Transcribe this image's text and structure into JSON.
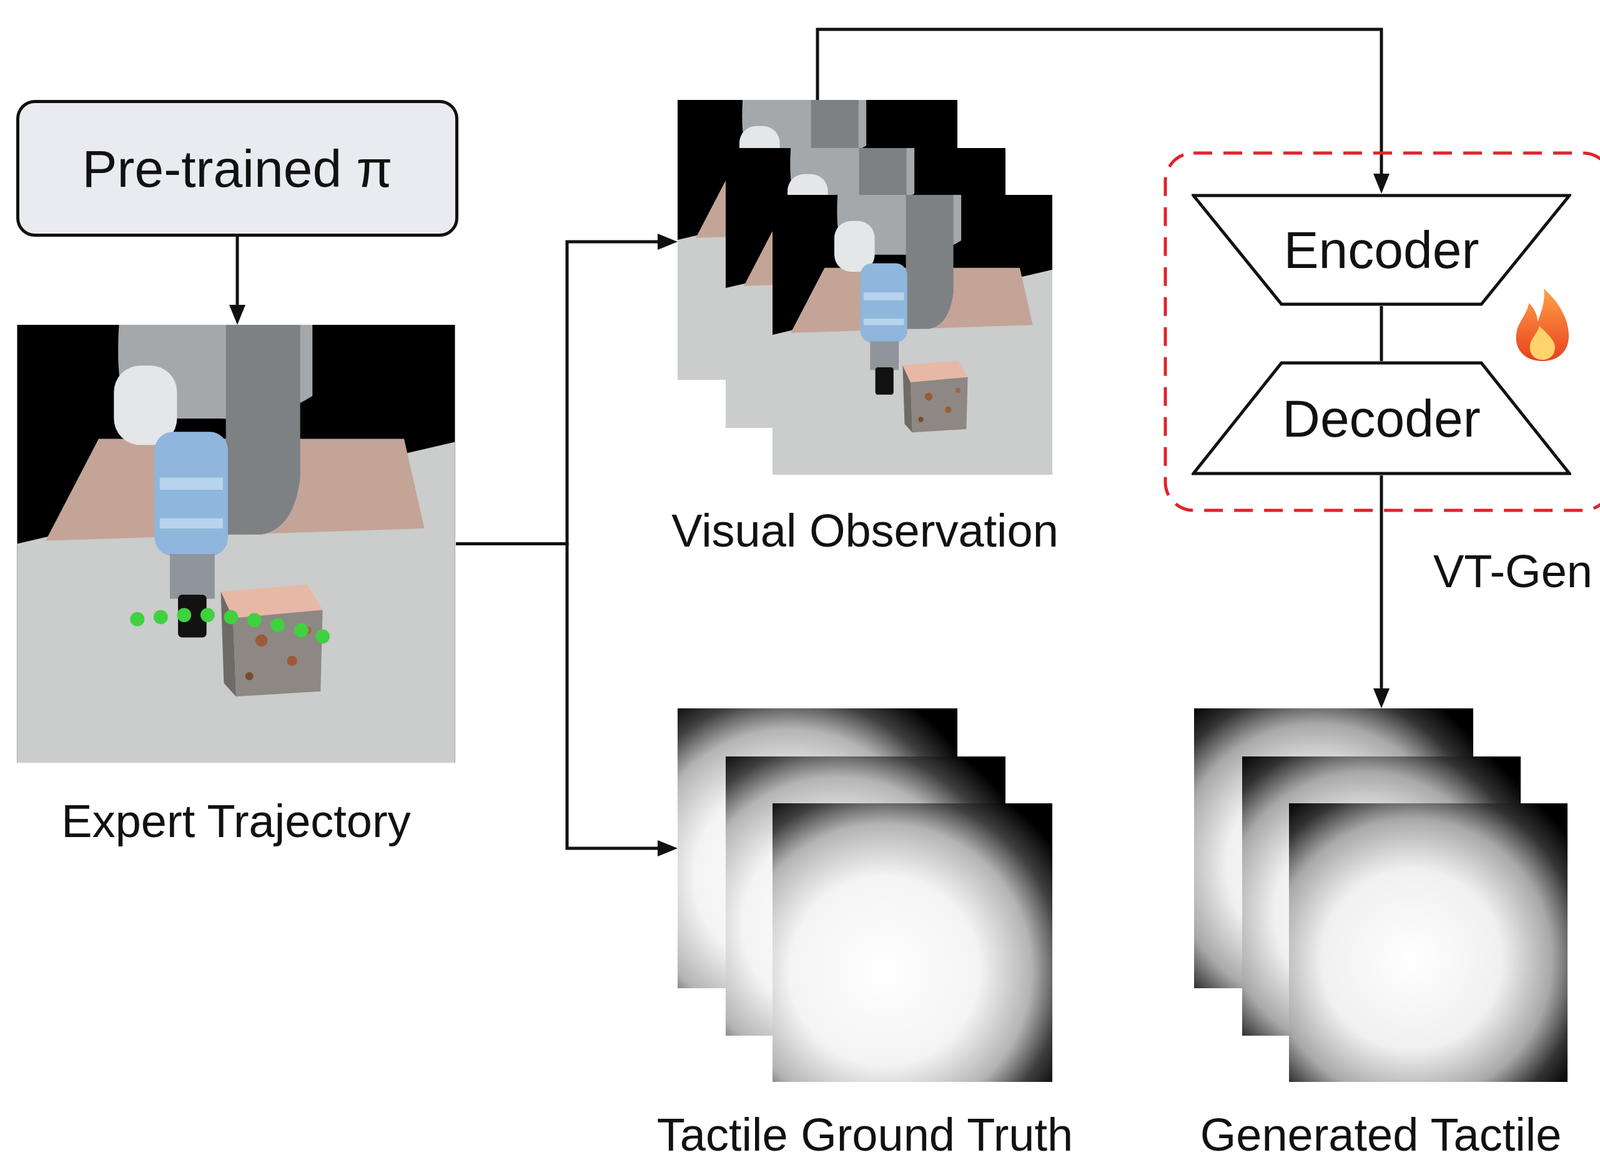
{
  "diagram": {
    "nodes": [
      {
        "text": [
          "Pre-trained π"
        ]
      },
      {
        "text": [
          "Expert Trajectory"
        ]
      },
      {
        "text": [
          "Visual Observation"
        ]
      },
      {
        "text": [
          "VT-Gen"
        ]
      },
      {
        "text": [
          "Encoder"
        ],
        "in": 3
      },
      {
        "text": [
          "Decoder"
        ],
        "in": 3
      },
      {
        "text": [
          "Tactile Ground Truth"
        ]
      },
      {
        "text": [
          "Generated Tactile"
        ]
      }
    ],
    "edges": [
      {
        "from": 0,
        "to": 1,
        "arrow": "to"
      },
      {
        "from": 1,
        "to": 2,
        "arrow": "to"
      },
      {
        "from": 1,
        "to": 6,
        "arrow": "to"
      },
      {
        "from": 2,
        "to": 4,
        "arrow": "to"
      },
      {
        "from": 4,
        "to": 5,
        "arrow": "none"
      },
      {
        "from": 5,
        "to": 7,
        "arrow": "to"
      }
    ]
  }
}
